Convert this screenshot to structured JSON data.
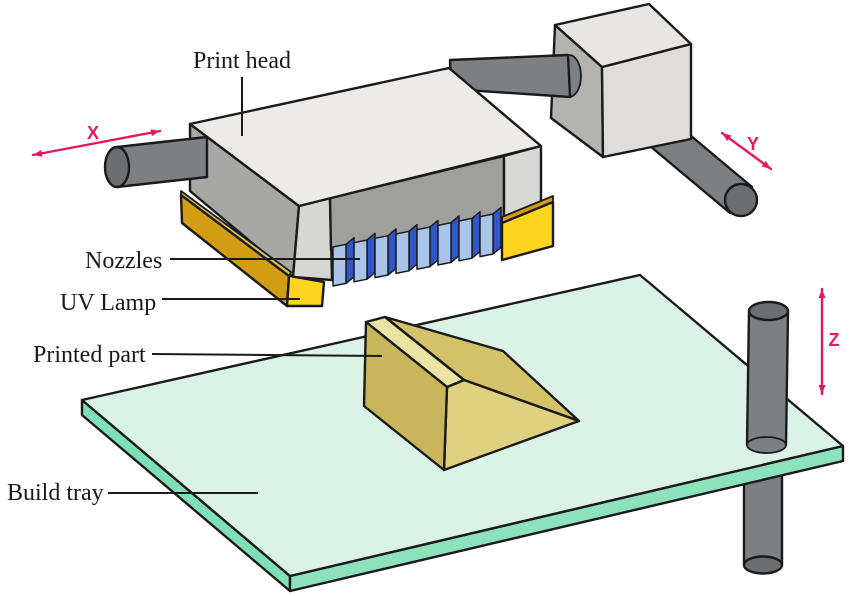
{
  "figure": {
    "background": "#ffffff",
    "labels": {
      "print_head": "Print head",
      "nozzles": "Nozzles",
      "uv_lamp": "UV Lamp",
      "printed_part": "Printed part",
      "build_tray": "Build tray"
    },
    "axis_labels": {
      "x": "X",
      "y": "Y",
      "z": "Z"
    },
    "colors": {
      "outline": "#1a1a1a",
      "label_text": "#191924",
      "axis_pink": "#e4195e",
      "head_top": "#ecebe7",
      "head_front": "#a7a7a5",
      "head_side_strip": "#d6d6d2",
      "head_recess": "#9f9f9d",
      "head_right_wall": "#d8d8d4",
      "uv_gold": "#d29d13",
      "uv_gold_light": "#dfc064",
      "uv_yellow": "#ffd41f",
      "nozzle_light": "#a9c4e8",
      "nozzle_dark": "#3056c8",
      "rod_body": "#7d8083",
      "rod_cap": "#6c6f71",
      "carriage_top": "#e7e6e2",
      "carriage_left": "#b3b3b1",
      "carriage_right": "#deddda",
      "tray_top": "#daf3e6",
      "tray_edge_left": "#7fdfb6",
      "tray_edge_right": "#8ce2bc",
      "part_ridge": "#eae3a3",
      "part_left": "#c8b55c",
      "part_slope": "#d3c26a",
      "part_end": "#ded180"
    }
  }
}
